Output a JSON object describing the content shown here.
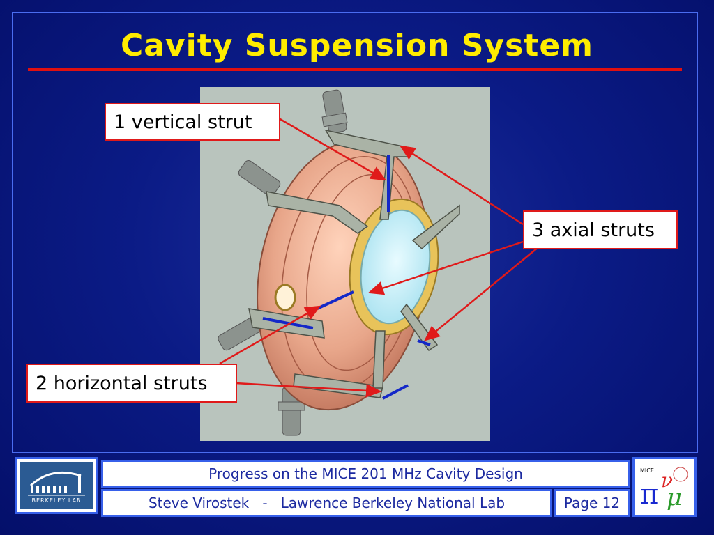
{
  "slide": {
    "title": "Cavity Suspension System",
    "callouts": {
      "vertical": "1 vertical strut",
      "axial": "3 axial struts",
      "horizontal": "2 horizontal struts"
    }
  },
  "footer": {
    "talk_title": "Progress on the MICE 201 MHz Cavity Design",
    "author": "Steve Virostek   -   Lawrence Berkeley National Lab",
    "page": "Page 12",
    "lab_logo_text": "BERKELEY LAB",
    "mice_logo_text": "MICE"
  },
  "colors": {
    "title": "#ffec00",
    "rule": "#e01010",
    "background": "#0b1b86",
    "footer_text": "#1c2aa0",
    "callout_border": "#e01a1a"
  }
}
